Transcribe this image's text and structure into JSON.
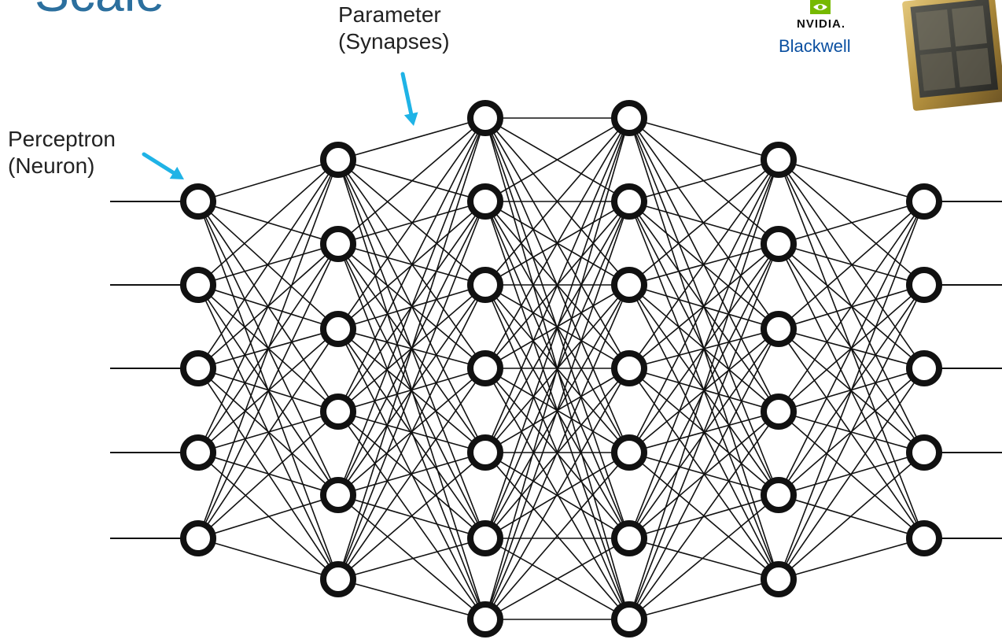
{
  "slide": {
    "title": "Scale"
  },
  "annotations": {
    "parameter": [
      "Parameter",
      "(Synapses)"
    ],
    "perceptron": [
      "Perceptron",
      "(Neuron)"
    ]
  },
  "branding": {
    "brand": "NVIDIA.",
    "product": "Blackwell",
    "brand_color": "#76b900",
    "product_color": "#0a4fa0"
  },
  "colors": {
    "arrow": "#1fb3e6",
    "node_stroke": "#111111",
    "edge": "#111111",
    "title": "#2b6f9e"
  },
  "network": {
    "layer_sizes": [
      5,
      6,
      7,
      7,
      6,
      5
    ],
    "fully_connected": true,
    "input_lines": true,
    "output_lines": true
  },
  "icons": [
    "nvidia-logo-icon",
    "gpu-chip-image",
    "arrow-icon"
  ]
}
